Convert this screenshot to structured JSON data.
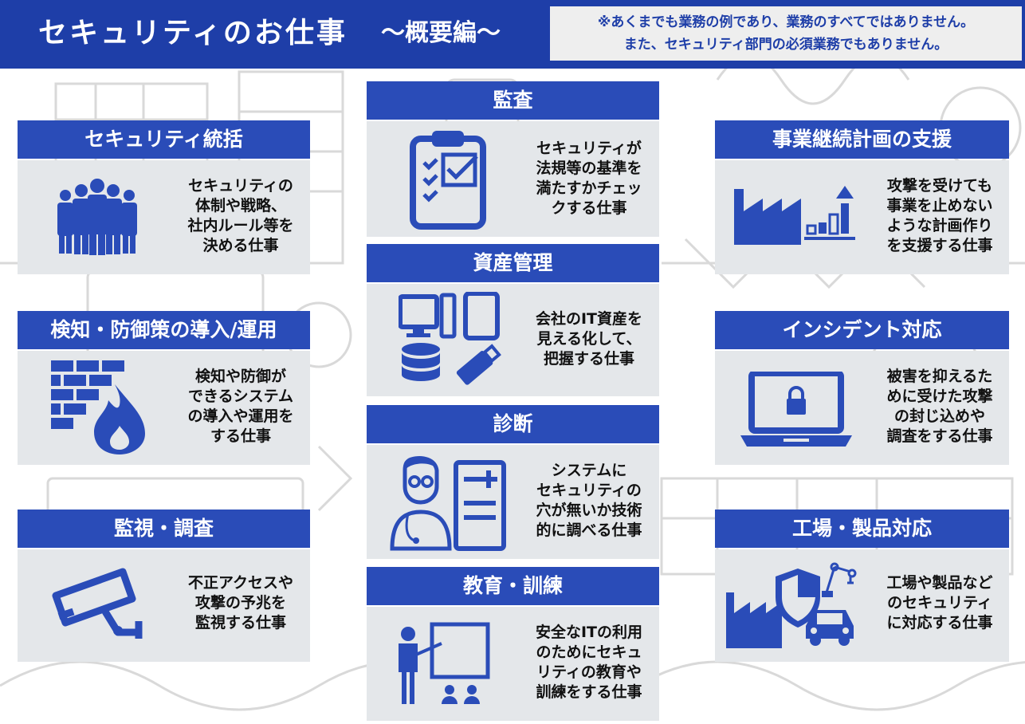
{
  "header": {
    "title": "セキュリティのお仕事",
    "subtitle": "～概要編～",
    "note_line1": "※あくまでも業務の例であり、業務のすべてではありません。",
    "note_line2": "また、セキュリティ部門の必須業務でもありません。"
  },
  "colors": {
    "primary": "#1e3ea8",
    "card_header": "#2a4cb8",
    "card_body": "#e4e7ea"
  },
  "cards": {
    "governance": {
      "title": "セキュリティ統括",
      "icon": "people-group-icon",
      "lines": [
        "セキュリティの",
        "体制や戦略、",
        "社内ルール等を",
        "決める仕事"
      ]
    },
    "defense": {
      "title": "検知・防御策の導入/運用",
      "icon": "firewall-icon",
      "lines": [
        "検知や防御が",
        "できるシステム",
        "の導入や運用を",
        "する仕事"
      ]
    },
    "monitoring": {
      "title": "監視・調査",
      "icon": "security-camera-icon",
      "lines": [
        "不正アクセスや",
        "攻撃の予兆を",
        "監視する仕事"
      ]
    },
    "audit": {
      "title": "監査",
      "icon": "clipboard-checklist-icon",
      "lines": [
        "セキュリティが",
        "法規等の基準を",
        "満たすかチェッ",
        "クする仕事"
      ]
    },
    "assets": {
      "title": "資産管理",
      "icon": "it-assets-icon",
      "lines": [
        "会社のIT資産を",
        "見える化して、",
        "把握する仕事"
      ]
    },
    "diagnosis": {
      "title": "診断",
      "icon": "doctor-report-icon",
      "lines": [
        "システムに",
        "セキュリティの",
        "穴が無いか技術",
        "的に調べる仕事"
      ]
    },
    "education": {
      "title": "教育・訓練",
      "icon": "teacher-board-icon",
      "lines": [
        "安全なITの利用",
        "のためにセキュ",
        "リティの教育や",
        "訓練をする仕事"
      ]
    },
    "bcp": {
      "title": "事業継続計画の支援",
      "icon": "factory-growth-icon",
      "lines": [
        "攻撃を受けても",
        "事業を止めない",
        "ような計画作り",
        "を支援する仕事"
      ]
    },
    "incident": {
      "title": "インシデント対応",
      "icon": "laptop-lock-icon",
      "lines": [
        "被害を抑えるた",
        "めに受けた攻撃",
        "の封じ込めや",
        "調査をする仕事"
      ]
    },
    "factory": {
      "title": "工場・製品対応",
      "icon": "factory-shield-icon",
      "lines": [
        "工場や製品など",
        "のセキュリティ",
        "に対応する仕事"
      ]
    }
  }
}
